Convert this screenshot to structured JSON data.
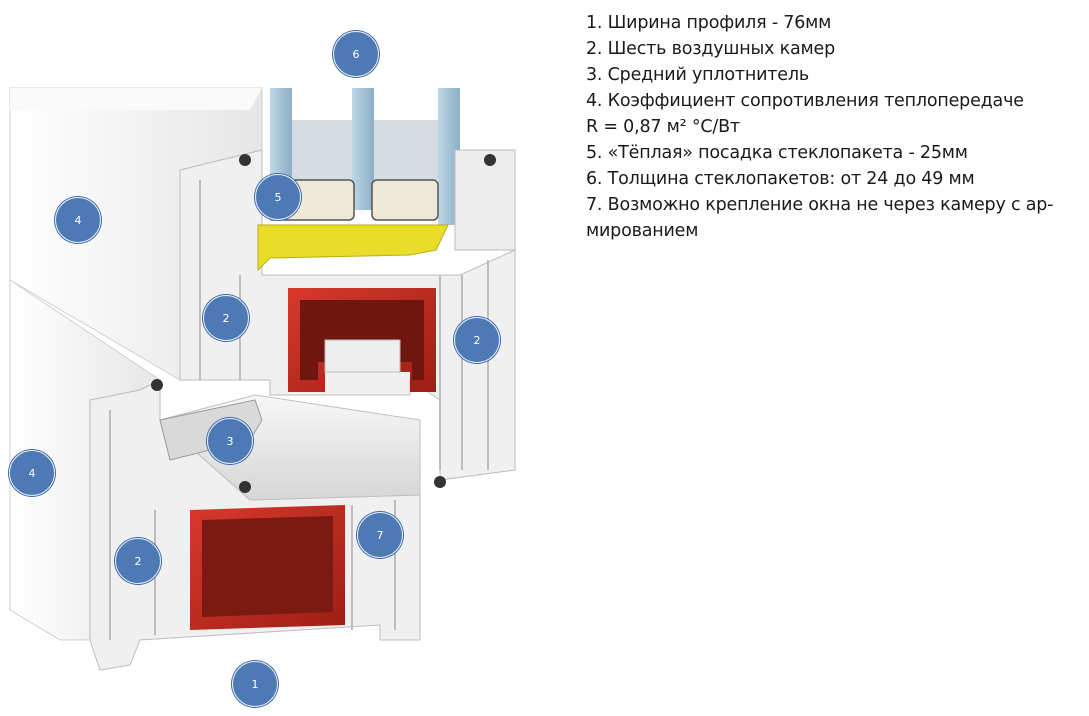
{
  "legend": {
    "items": [
      {
        "text": "1. Ширина профиля - 76мм"
      },
      {
        "text": "2. Шесть воздушных камер"
      },
      {
        "text": "3. Средний уплотнитель"
      },
      {
        "text": "4. Коэффициент сопротивления теплопередаче",
        "sub": "R = 0,87 м² °С/Вт"
      },
      {
        "text": "5. «Тёплая» посадка стеклопакета - 25мм"
      },
      {
        "text": "6. Толщина стеклопакетов: от 24 до 49 мм"
      },
      {
        "text": "7. Возможно крепление окна не через камеру с ар-",
        "sub": "мированием"
      }
    ]
  },
  "markers": [
    {
      "label": "6"
    },
    {
      "label": "5"
    },
    {
      "label": "4"
    },
    {
      "label": "2"
    },
    {
      "label": "2"
    },
    {
      "label": "3"
    },
    {
      "label": "4"
    },
    {
      "label": "2"
    },
    {
      "label": "7"
    },
    {
      "label": "1"
    }
  ],
  "colors": {
    "pvc": "#f4f4f4",
    "pvc_shade": "#dcdcdc",
    "steel": "#c42a1e",
    "steel_inner": "#7a1a12",
    "glass": "#8eb6cf",
    "spacer_yellow": "#e9dd2b",
    "marker": "#4d7ab5"
  }
}
